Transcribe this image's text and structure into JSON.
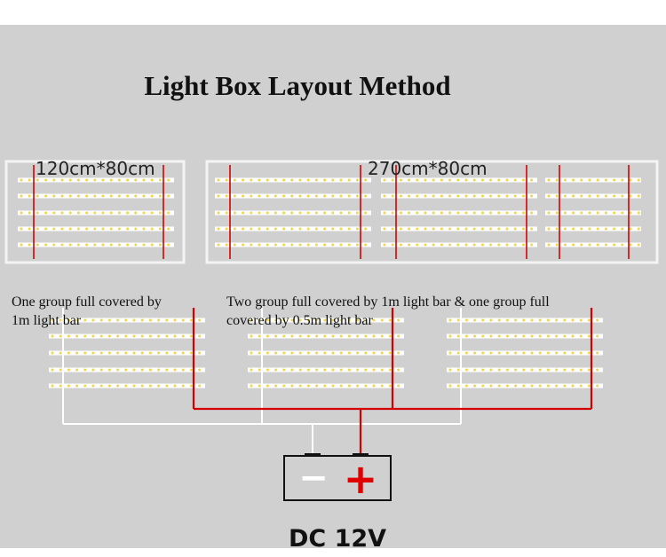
{
  "title": "Light Box Layout Method",
  "boxes": {
    "small_label": "120cm*80cm",
    "large_label": "270cm*80cm"
  },
  "captions": {
    "left": [
      "One group full covered by",
      "1m light bar"
    ],
    "right": [
      "Two group full covered by 1m light bar & one group full",
      "covered by 0.5m light bar"
    ]
  },
  "power": {
    "minus": "−",
    "plus": "+",
    "label": "DC 12V"
  },
  "colors": {
    "background": "#d0d0d0",
    "box_frame": "#f4f4f4",
    "led_bar": "#ffffff",
    "led_dot": "#f2d64a",
    "positive_wire": "#d40000",
    "negative_wire": "#ffffff",
    "terminal_minus": "#ffffff",
    "terminal_plus": "#e00000"
  }
}
